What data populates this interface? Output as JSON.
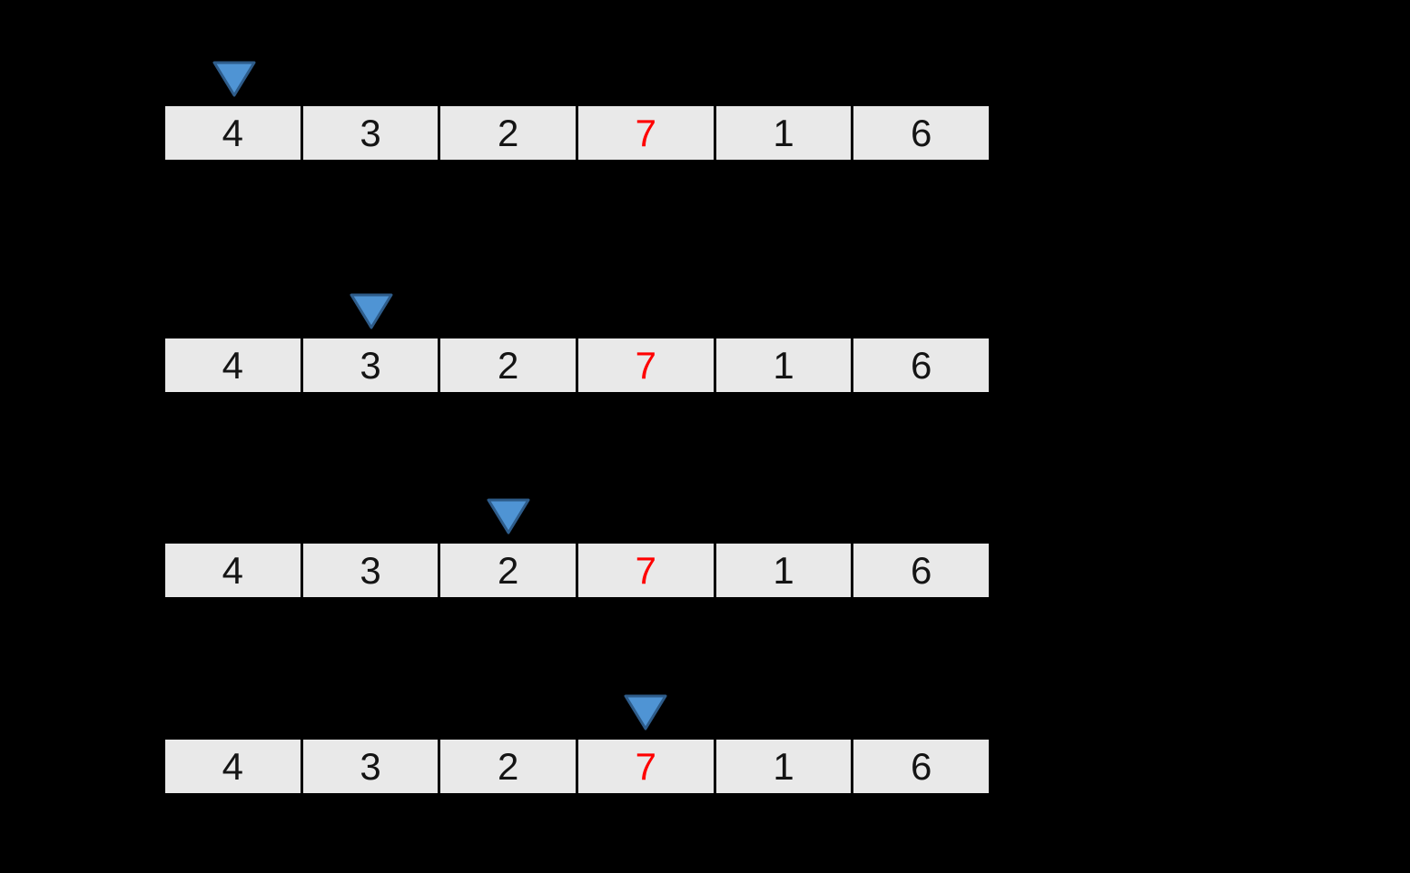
{
  "colors": {
    "background": "#000000",
    "cell-fill": "#e9e9e9",
    "cell-border": "#000000",
    "value-color": "#141414",
    "highlight-color": "#ff0000",
    "pointer-fill": "#4f94d4",
    "pointer-stroke": "#2e5c8a"
  },
  "array": {
    "values": [
      "4",
      "3",
      "2",
      "7",
      "1",
      "6"
    ],
    "highlight_index": 3
  },
  "steps": [
    {
      "pointer_index": 0
    },
    {
      "pointer_index": 1
    },
    {
      "pointer_index": 2
    },
    {
      "pointer_index": 3
    }
  ]
}
